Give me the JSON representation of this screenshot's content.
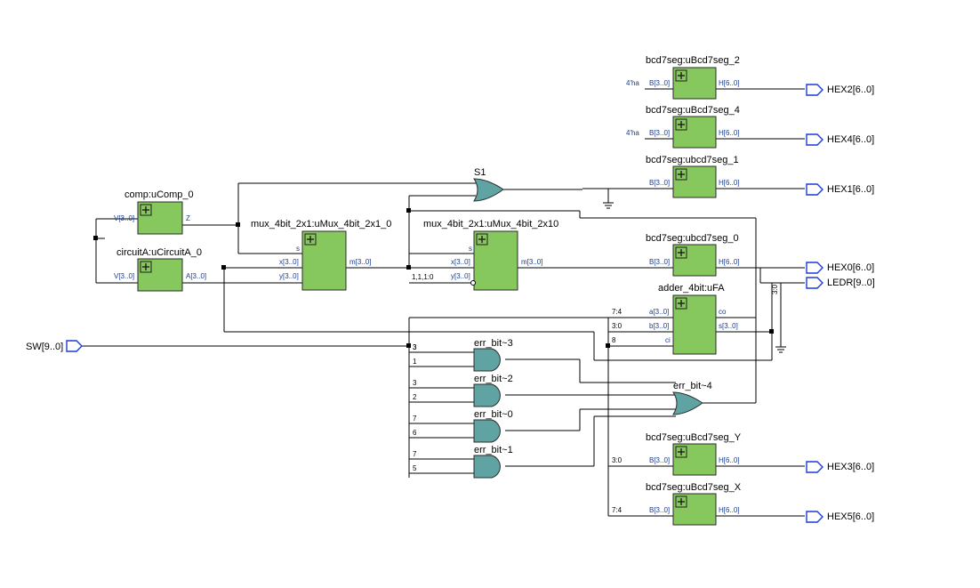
{
  "modules": [
    {
      "id": "comp",
      "title": "comp:uComp_0",
      "in": [
        "V[3..0]"
      ],
      "out": [
        "Z"
      ]
    },
    {
      "id": "circuitA",
      "title": "circuitA:uCircuitA_0",
      "in": [
        "V[3..0]"
      ],
      "out": [
        "A[3..0]"
      ]
    },
    {
      "id": "mux0",
      "title": "mux_4bit_2x1:uMux_4bit_2x1_0",
      "in": [
        "s",
        "x[3..0]",
        "y[3..0]"
      ],
      "out": [
        "m[3..0]"
      ]
    },
    {
      "id": "mux10",
      "title": "mux_4bit_2x1:uMux_4bit_2x10",
      "in": [
        "s",
        "x[3..0]",
        "y[3..0]"
      ],
      "out": [
        "m[3..0]"
      ]
    },
    {
      "id": "bcd2",
      "title": "bcd7seg:uBcd7seg_2",
      "in": [
        "B[3..0]"
      ],
      "out": [
        "H[6..0]"
      ],
      "const": "4'ha"
    },
    {
      "id": "bcd4",
      "title": "bcd7seg:uBcd7seg_4",
      "in": [
        "B[3..0]"
      ],
      "out": [
        "H[6..0]"
      ],
      "const": "4'ha"
    },
    {
      "id": "bcd1",
      "title": "bcd7seg:ubcd7seg_1",
      "in": [
        "B[3..0]"
      ],
      "out": [
        "H[6..0]"
      ]
    },
    {
      "id": "bcd0",
      "title": "bcd7seg:ubcd7seg_0",
      "in": [
        "B[3..0]"
      ],
      "out": [
        "H[6..0]"
      ]
    },
    {
      "id": "adder",
      "title": "adder_4bit:uFA",
      "in": [
        "a[3..0]",
        "b[3..0]",
        "ci"
      ],
      "out": [
        "co",
        "s[3..0]"
      ]
    },
    {
      "id": "bcdY",
      "title": "bcd7seg:uBcd7seg_Y",
      "in": [
        "B[3..0]"
      ],
      "out": [
        "H[6..0]"
      ]
    },
    {
      "id": "bcdX",
      "title": "bcd7seg:uBcd7seg_X",
      "in": [
        "B[3..0]"
      ],
      "out": [
        "H[6..0]"
      ]
    }
  ],
  "gates": [
    {
      "id": "s1",
      "label": "S1",
      "type": "or"
    },
    {
      "id": "err3",
      "label": "err_bit~3",
      "type": "and",
      "inputs": [
        "3",
        "1"
      ]
    },
    {
      "id": "err2",
      "label": "err_bit~2",
      "type": "and",
      "inputs": [
        "3",
        "2"
      ]
    },
    {
      "id": "err0",
      "label": "err_bit~0",
      "type": "and",
      "inputs": [
        "7",
        "6"
      ]
    },
    {
      "id": "err1",
      "label": "err_bit~1",
      "type": "and",
      "inputs": [
        "7",
        "5"
      ]
    },
    {
      "id": "err4",
      "label": "err_bit~4",
      "type": "or"
    }
  ],
  "pins": {
    "sw": "SW[9..0]",
    "hex2": "HEX2[6..0]",
    "hex4": "HEX4[6..0]",
    "hex1": "HEX1[6..0]",
    "hex0": "HEX0[6..0]",
    "ledr": "LEDR[9..0]",
    "hex3": "HEX3[6..0]",
    "hex5": "HEX5[6..0]"
  },
  "bus_labels": {
    "mux10_y_const": "1,1,1:0",
    "adder_a": "7:4",
    "adder_b": "3:0",
    "adder_ci": "8",
    "sw_bit3": "3",
    "ledr_slice": "3:0",
    "bcdY_slice": "3:0",
    "bcdX_slice": "7:4"
  }
}
